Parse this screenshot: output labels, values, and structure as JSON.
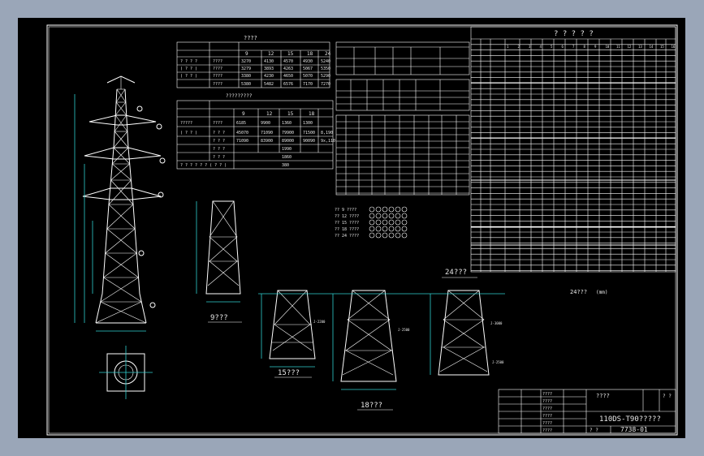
{
  "title_block": {
    "drawing_name": "110DS-T90?????",
    "drawing_no": "7738-01",
    "scale_label": "? ?",
    "sheet": "? ?",
    "company": "????",
    "rows": [
      "????",
      "????",
      "????",
      "????",
      "????",
      "????"
    ]
  },
  "labels": {
    "leg9": "9???",
    "leg15": "15???",
    "leg18": "18???",
    "leg24": "24???",
    "leg24b": "24???",
    "unit_m": "(mm)"
  },
  "table_top_left": {
    "title": "????",
    "col_heads": [
      "9",
      "12",
      "15",
      "18",
      "24"
    ],
    "rows": [
      [
        "? ? ? ?",
        "????",
        "3270",
        "4130",
        "4570",
        "4930",
        "5240"
      ],
      [
        "( ? ? )",
        "????",
        "3279",
        "3893",
        "4263",
        "5067",
        "5350"
      ],
      [
        "( ? ? )",
        "????",
        "3380",
        "4230",
        "4650",
        "5070",
        "5290"
      ],
      [
        "",
        "????",
        "5380",
        "5482",
        "6576",
        "7170",
        "7270"
      ]
    ]
  },
  "table_mid_left": {
    "title": "?????????",
    "col_heads": [
      "9",
      "12",
      "15",
      "18"
    ],
    "rows": [
      [
        "?????",
        "????",
        "6185",
        "9900",
        "1360",
        "1300"
      ],
      [
        "( ? ? )",
        "? ? ?",
        "45070",
        "71090",
        "79900",
        "71500",
        "8,190"
      ],
      [
        "",
        "? ? ?",
        "71090",
        "83900",
        "89000",
        "90090",
        "9x,110"
      ],
      [
        "",
        "? ? ?",
        "",
        "",
        "1990",
        "",
        ""
      ],
      [
        "",
        "? ? ?",
        "",
        "",
        "1860",
        "",
        ""
      ],
      [
        "? ? ? ? ? ? ( ? ? )",
        "",
        "",
        "",
        "380",
        "",
        ""
      ]
    ]
  },
  "legend_lines": [
    "?? 9 ????",
    "?? 12 ????",
    "?? 15 ????",
    "?? 18 ????",
    "?? 24 ????"
  ],
  "right_table_header": "? ? ? ? ?",
  "tower_notes": [
    "J-2200",
    "J-2500",
    "J-3000",
    "J-2500"
  ]
}
